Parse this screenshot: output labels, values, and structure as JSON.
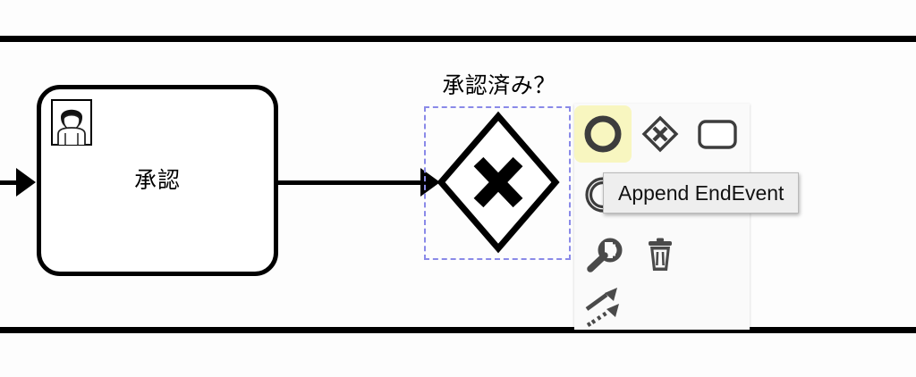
{
  "canvas": {
    "background": "#fdfdfd",
    "lane_border_color": "#000000"
  },
  "diagram": {
    "type": "bpmn",
    "elements": [
      {
        "id": "task-approval",
        "kind": "user-task",
        "label": "承認",
        "icon": "user-task-icon",
        "stroke": "#000000",
        "fill": "#ffffff"
      },
      {
        "id": "gateway-approved",
        "kind": "exclusive-gateway",
        "label": "承認済み？",
        "marker": "X",
        "selected": true,
        "selection_color": "#8a8ae8"
      }
    ],
    "flows": [
      {
        "id": "flow-in",
        "kind": "sequence-flow",
        "label": ""
      },
      {
        "id": "flow-task-to-gateway",
        "kind": "sequence-flow",
        "label": ""
      }
    ]
  },
  "context_pad": {
    "background": "#fafafa",
    "highlight_color": "#f8f6c0",
    "icon_color": "#3d3d3d",
    "items": [
      {
        "name": "append-end-event",
        "icon": "end-event-icon",
        "label": "Append EndEvent",
        "highlighted": true
      },
      {
        "name": "append-gateway",
        "icon": "gateway-icon",
        "label": "Append Gateway",
        "highlighted": false
      },
      {
        "name": "append-task",
        "icon": "task-icon",
        "label": "Append Task",
        "highlighted": false
      },
      {
        "name": "append-intermediate-event",
        "icon": "intermediate-event-icon",
        "label": "Append Intermediate/Boundary Event",
        "highlighted": false
      },
      {
        "name": "change-type",
        "icon": "wrench-icon",
        "label": "Change type",
        "highlighted": false
      },
      {
        "name": "delete-element",
        "icon": "trash-icon",
        "label": "Remove",
        "highlighted": false
      },
      {
        "name": "connect-tool",
        "icon": "connect-arrows-icon",
        "label": "Connect using Sequence/MessageFlow or Association",
        "highlighted": false
      }
    ]
  },
  "tooltip": {
    "text": "Append EndEvent",
    "background": "#eeeeee",
    "border_color": "#b9b9b9",
    "visible": true
  }
}
